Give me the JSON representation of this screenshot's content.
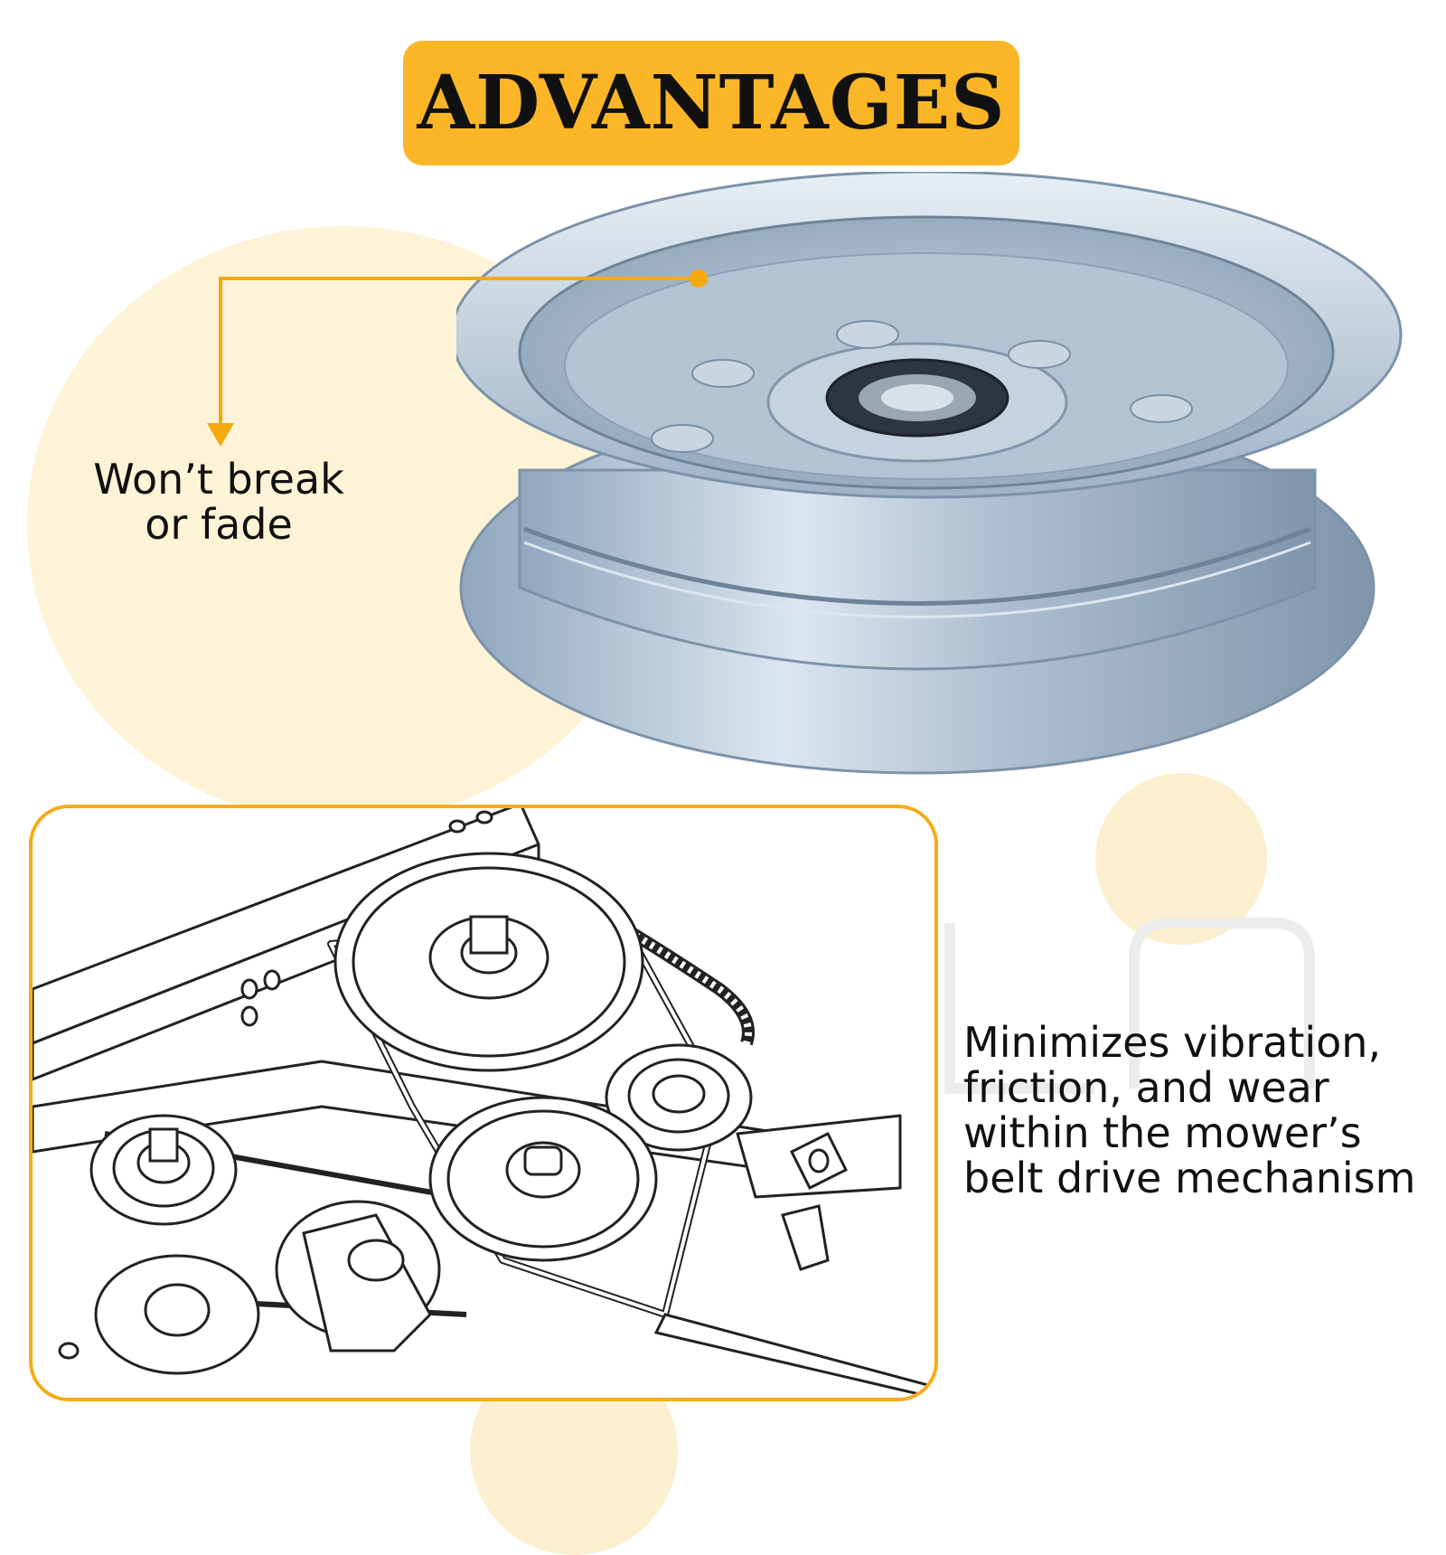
{
  "header": {
    "title": "ADVANTAGES"
  },
  "features": {
    "durability": {
      "line1": "Won’t break",
      "line2": "or fade"
    },
    "performance": {
      "line1": "Minimizes vibration,",
      "line2": "friction, and wear",
      "line3": "within the mower’s",
      "line4": "belt drive mechanism"
    }
  },
  "colors": {
    "accent": "#fbb627",
    "callout": "#f5a90d",
    "background_circle": "#fdf3d6",
    "pulley_metal": "#b9cde0",
    "text": "#111111"
  },
  "icons": {
    "callout_arrow": "arrow-down-icon",
    "product": "idler-pulley-icon",
    "diagram": "belt-drive-diagram"
  }
}
